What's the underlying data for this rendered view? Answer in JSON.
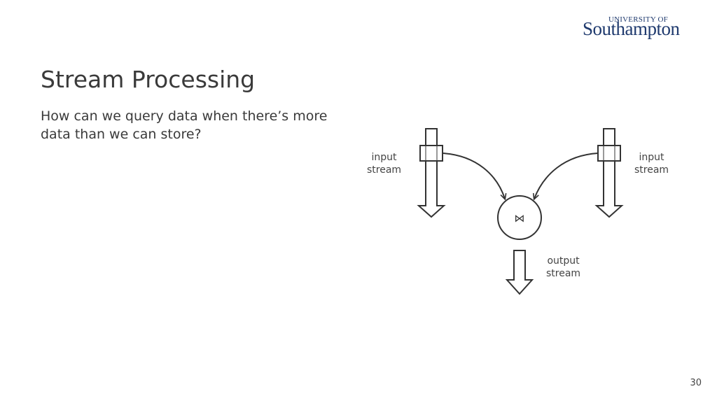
{
  "logo": {
    "top_text": "UNIVERSITY OF",
    "main_text": "Southampton",
    "brand_color": "#1f3a6e"
  },
  "title": "Stream Processing",
  "body": "How can we query data when there’s more data than we can store?",
  "diagram": {
    "left_input_label": [
      "input",
      "stream"
    ],
    "right_input_label": [
      "input",
      "stream"
    ],
    "operator_symbol": "⋈",
    "output_label": [
      "output",
      "stream"
    ]
  },
  "page_number": "30"
}
